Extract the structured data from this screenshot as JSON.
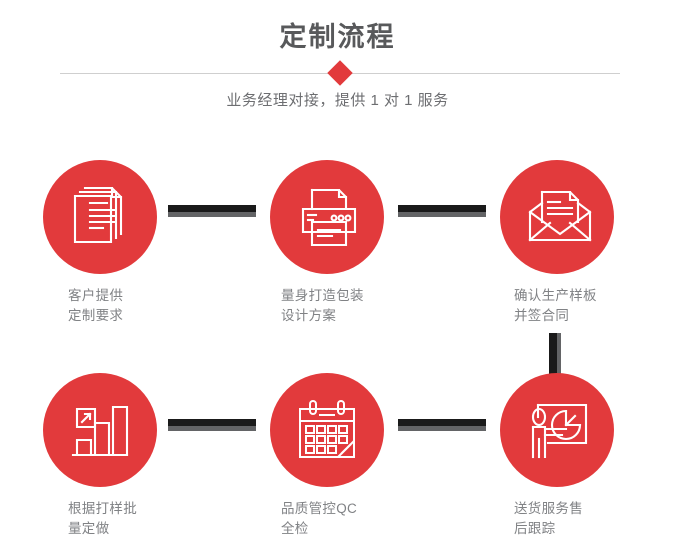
{
  "header": {
    "title": "定制流程",
    "subtitle": "业务经理对接，提供 1 对 1 服务",
    "divider_color": "#cfcfcf",
    "diamond_color": "#e23a3c",
    "title_color": "#58595b",
    "subtitle_color": "#6d6e71"
  },
  "theme": {
    "accent": "#e23a3c",
    "connector": "#1a1a1a",
    "connector_shadow": "#636466",
    "caption_color": "#808285",
    "background": "#ffffff"
  },
  "steps": [
    {
      "id": 1,
      "icon": "documents-stack-icon",
      "caption": "客户提供\n定制要求"
    },
    {
      "id": 2,
      "icon": "printer-icon",
      "caption": "量身打造包装\n设计方案"
    },
    {
      "id": 3,
      "icon": "envelope-document-icon",
      "caption": "确认生产样板\n并签合同"
    },
    {
      "id": 4,
      "icon": "bar-chart-growth-icon",
      "caption": "根据打样批\n量定做"
    },
    {
      "id": 5,
      "icon": "calendar-icon",
      "caption": "品质管控QC\n全检"
    },
    {
      "id": 6,
      "icon": "presentation-person-icon",
      "caption": "送货服务售\n后跟踪"
    }
  ],
  "connectors": [
    {
      "id": "c1",
      "from": 1,
      "to": 2,
      "orientation": "horizontal"
    },
    {
      "id": "c2",
      "from": 2,
      "to": 3,
      "orientation": "horizontal"
    },
    {
      "id": "c3",
      "from": 3,
      "to": 6,
      "orientation": "vertical"
    },
    {
      "id": "c4",
      "from": 4,
      "to": 5,
      "orientation": "horizontal"
    },
    {
      "id": "c5",
      "from": 5,
      "to": 6,
      "orientation": "horizontal"
    }
  ]
}
